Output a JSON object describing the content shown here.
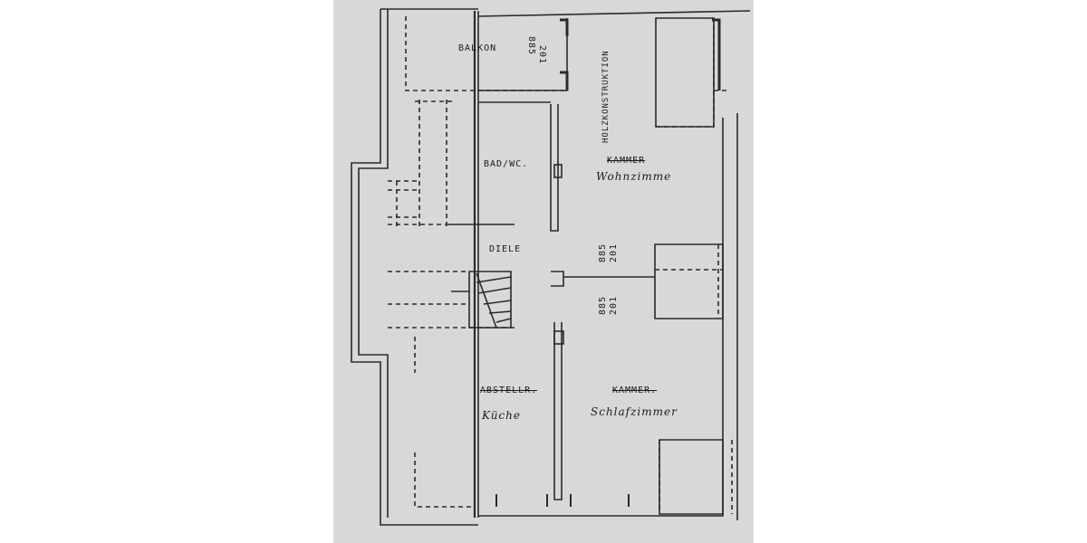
{
  "rooms": {
    "balkon": "BALKON",
    "bad_wc": "BAD/WC.",
    "diele": "DIELE",
    "kammer_top": "KAMMER",
    "wohnzimmer": "Wohnzimme",
    "holzkonstruktion": "HOLZKONSTRUKTION",
    "abstellr": "ABSTELLR.",
    "kueche": "Küche",
    "kammer_bottom": "KAMMER.",
    "schlafzimmer": "Schlafzimmer"
  },
  "dimensions": {
    "balkon_height": "885",
    "balkon_width": "201",
    "mid_height_1": "885",
    "mid_width_1": "201",
    "mid_height_2": "885",
    "mid_width_2": "201"
  }
}
